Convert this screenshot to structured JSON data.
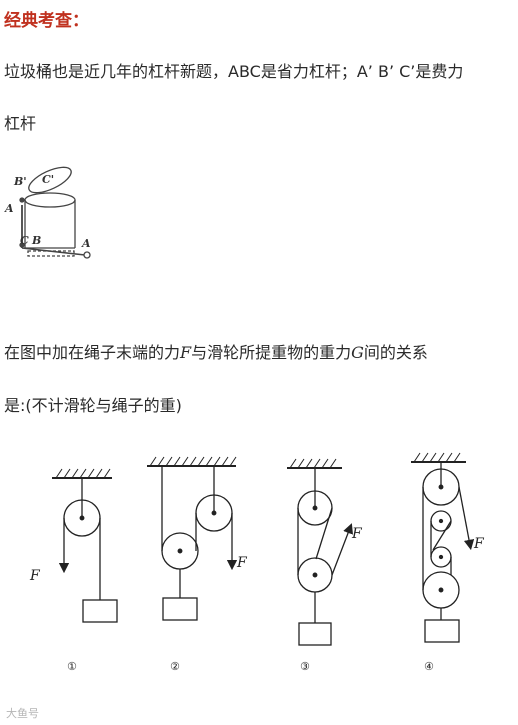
{
  "heading": "经典考查：",
  "paragraph1": {
    "line1_a": "垃圾桶也是近几年的杠杆新题，",
    "line1_abc": "ABC",
    "line1_b": "是省力杠杆；",
    "line1_abc2": "A’ B’ C’",
    "line1_c": "是费力",
    "line2": "杠杆"
  },
  "trashcan_labels": {
    "b_prime": "B'",
    "c_prime": "C'",
    "a_prime": "A",
    "c": "C",
    "b": "B",
    "a": "A"
  },
  "paragraph2": {
    "line1_a": "在图中加在绳子末端的力",
    "force_symbol": "F",
    "line1_b": "与滑轮所提重物的重力",
    "gravity_symbol": "G",
    "line1_c": "间的关系",
    "line2": "是:(不计滑轮与绳子的重)"
  },
  "pulley_figures": [
    {
      "force_label": "F",
      "number": "①"
    },
    {
      "force_label": "F",
      "number": "②"
    },
    {
      "force_label": "F",
      "number": "③"
    },
    {
      "force_label": "F",
      "number": "④"
    }
  ],
  "watermark": "大鱼号"
}
